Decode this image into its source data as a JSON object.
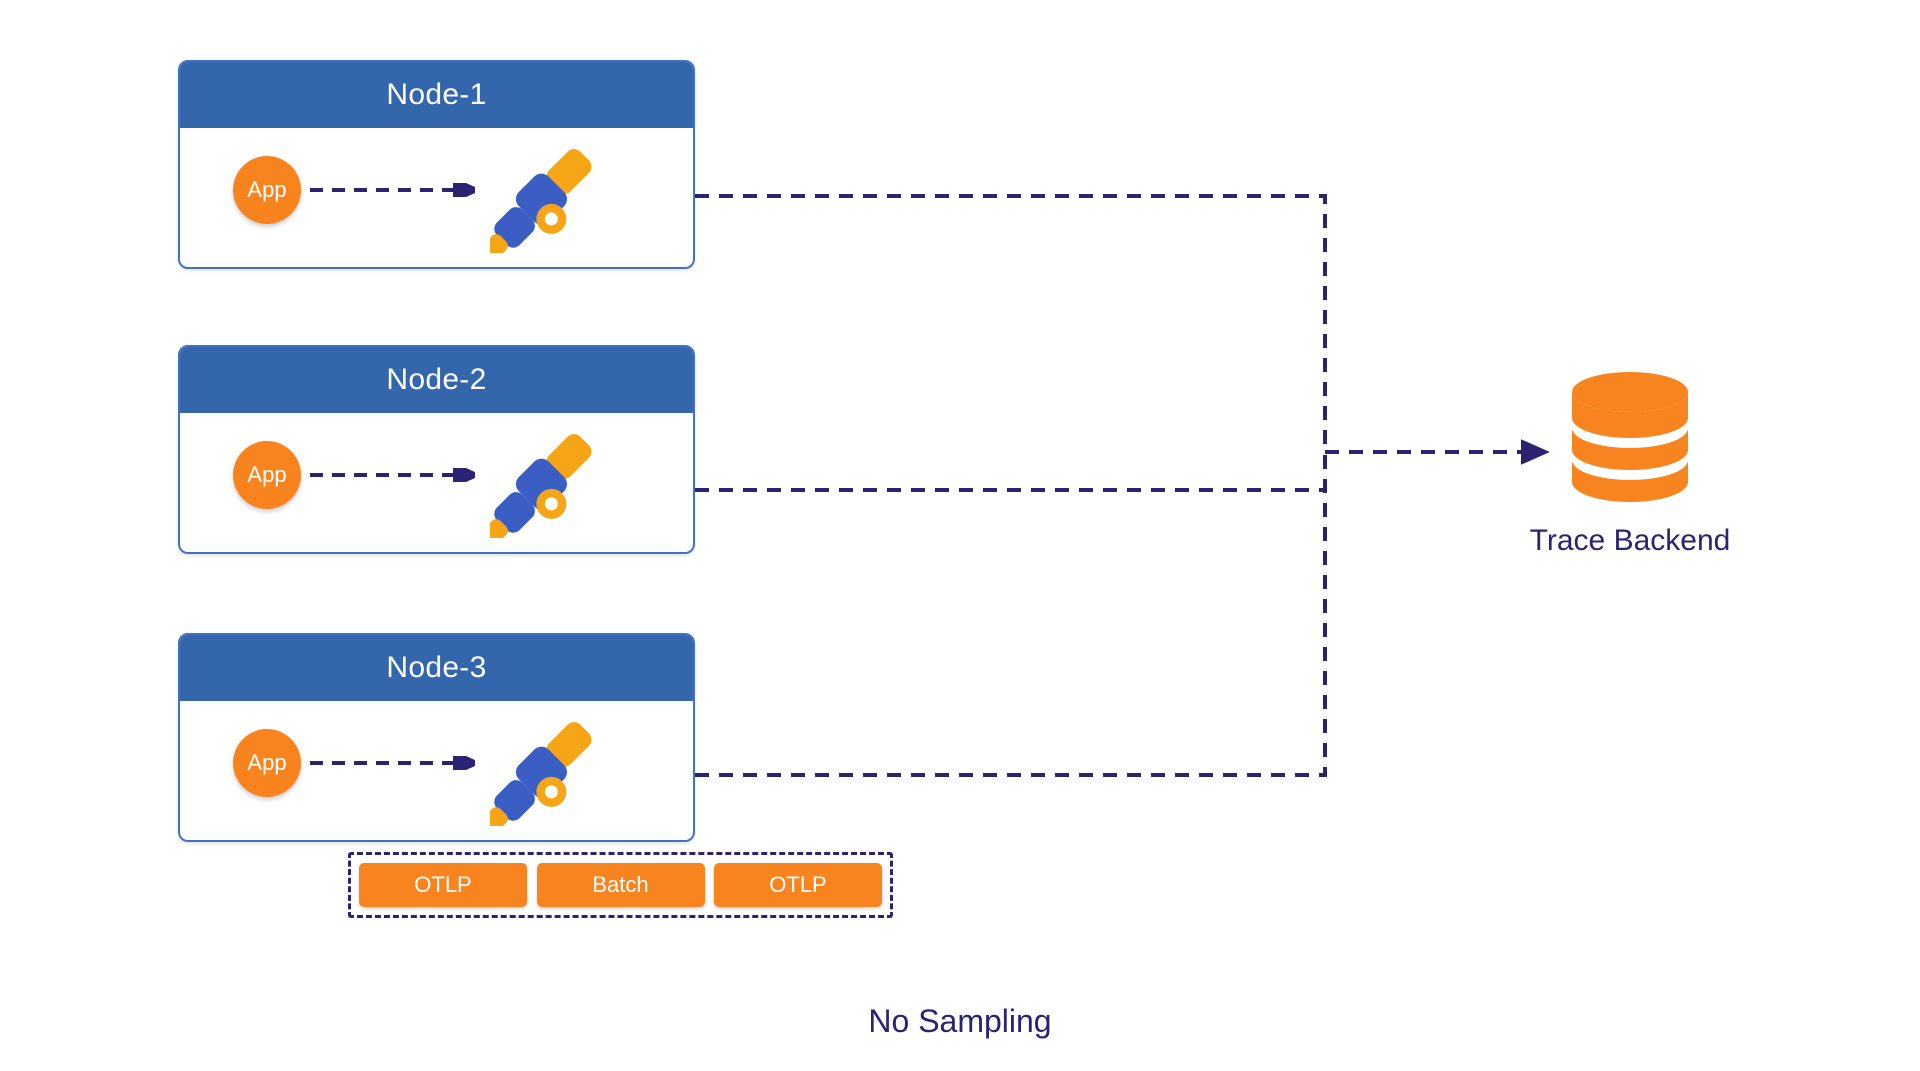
{
  "diagram": {
    "title_note": "No Sampling",
    "colors": {
      "node_header_blue": "#3366AA",
      "node_border_blue": "#3F72C4",
      "accent_orange": "#F7841F",
      "line_navy": "#2B2272",
      "text_navy": "#2B2272",
      "background": "#FFFFFF"
    },
    "nodes": [
      {
        "title": "Node-1",
        "app_label": "App",
        "icon": "opentelemetry-collector-icon",
        "inner_arrow": "arrow-right-icon"
      },
      {
        "title": "Node-2",
        "app_label": "App",
        "icon": "opentelemetry-collector-icon",
        "inner_arrow": "arrow-right-icon"
      },
      {
        "title": "Node-3",
        "app_label": "App",
        "icon": "opentelemetry-collector-icon",
        "inner_arrow": "arrow-right-icon"
      }
    ],
    "pipeline": {
      "stages": [
        {
          "label": "OTLP"
        },
        {
          "label": "Batch"
        },
        {
          "label": "OTLP"
        }
      ]
    },
    "backend": {
      "label": "Trace Backend",
      "icon": "database-cylinder-icon"
    },
    "connectors": {
      "node_to_trunk": "dashed-line",
      "trunk_to_backend": "dashed-arrow"
    }
  }
}
